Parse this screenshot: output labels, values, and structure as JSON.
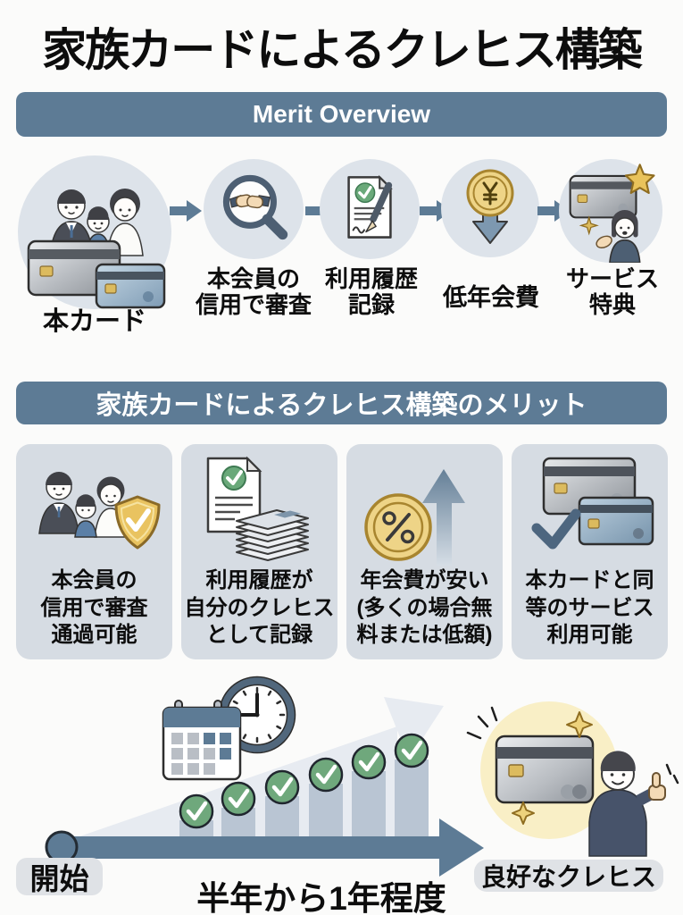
{
  "title": "家族カードによるクレヒス構築",
  "sections": {
    "overview": {
      "banner": "Merit Overview"
    },
    "merits": {
      "banner": "家族カードによるクレヒス構築のメリット"
    }
  },
  "steps": [
    {
      "icon": "family-with-cards-icon",
      "label": "本カード"
    },
    {
      "icon": "magnifier-handshake-icon",
      "label": "本会員の\n信用で審査"
    },
    {
      "icon": "document-check-pen-icon",
      "label": "利用履歴\n記録"
    },
    {
      "icon": "yen-coin-down-arrow-icon",
      "label": "低年会費"
    },
    {
      "icon": "card-star-person-icon",
      "label": "サービス\n特典"
    }
  ],
  "merit_cards": [
    {
      "icon": "family-shield-check-icon",
      "label": "本会員の\n信用で審査\n通過可能"
    },
    {
      "icon": "document-stack-check-icon",
      "label": "利用履歴が\n自分のクレヒス\nとして記録"
    },
    {
      "icon": "percent-coin-up-arrow-icon",
      "label": "年会費が安い\n(多くの場合無\n料または低額)"
    },
    {
      "icon": "two-cards-check-icon",
      "label": "本カードと同\n等のサービス\n利用可能"
    }
  ],
  "timeline": {
    "start_label": "開始",
    "duration_label": "半年から1年程度",
    "result_label": "良好なクレヒス",
    "checkpoint_count": 6,
    "icons": [
      "calendar-clock-icon",
      "growth-arrow-icon",
      "credit-card-icon",
      "thumbs-up-person-icon"
    ]
  },
  "colors": {
    "banner": "#5d7b95",
    "page_bg": "#fbfbfa",
    "circle_bg": "#dde3ea",
    "card_bg": "#d6dce3",
    "badge_bg": "#dfe2e6",
    "arrow": "#5d7b95",
    "check_green": "#6fa87c",
    "gold": "#e9c35b",
    "coin": "#f1d488",
    "bar": "#b9c5d3",
    "wedge": "#e7ebf1",
    "highlight_yellow": "#f9efc6",
    "text": "#151515"
  }
}
